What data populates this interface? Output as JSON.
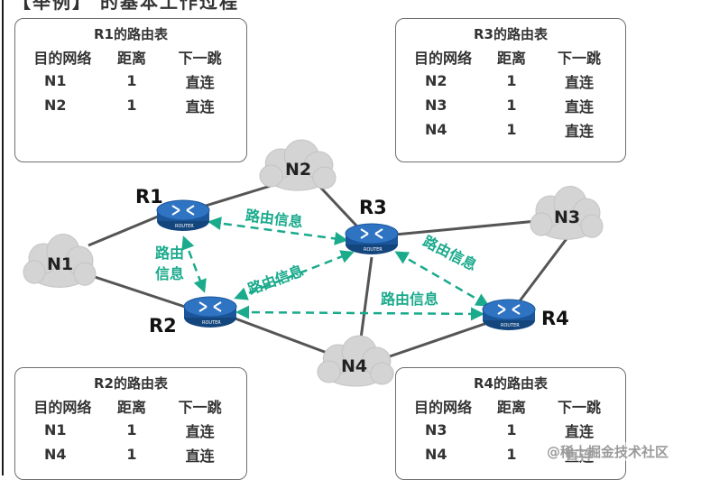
{
  "heading": "【举例】    的基本工作过程",
  "tables": {
    "r1": {
      "title": "R1的路由表",
      "headers": [
        "目的网络",
        "距离",
        "下一跳"
      ],
      "rows": [
        [
          "N1",
          "1",
          "直连"
        ],
        [
          "N2",
          "1",
          "直连"
        ]
      ]
    },
    "r3": {
      "title": "R3的路由表",
      "headers": [
        "目的网络",
        "距离",
        "下一跳"
      ],
      "rows": [
        [
          "N2",
          "1",
          "直连"
        ],
        [
          "N3",
          "1",
          "直连"
        ],
        [
          "N4",
          "1",
          "直连"
        ]
      ]
    },
    "r2": {
      "title": "R2的路由表",
      "headers": [
        "目的网络",
        "距离",
        "下一跳"
      ],
      "rows": [
        [
          "N1",
          "1",
          "直连"
        ],
        [
          "N4",
          "1",
          "直连"
        ]
      ]
    },
    "r4": {
      "title": "R4的路由表",
      "headers": [
        "目的网络",
        "距离",
        "下一跳"
      ],
      "rows": [
        [
          "N3",
          "1",
          "直连"
        ],
        [
          "N4",
          "1",
          "直连"
        ]
      ]
    }
  },
  "networks": {
    "n1": "N1",
    "n2": "N2",
    "n3": "N3",
    "n4": "N4"
  },
  "routers": {
    "r1": "R1",
    "r2": "R2",
    "r3": "R3",
    "r4": "R4",
    "device_text": "ROUTER"
  },
  "info_labels": {
    "r1_r3": "路由信息",
    "r1_r2_line1": "路由",
    "r1_r2_line2": "信息",
    "r2_r3": "路由信息",
    "r3_r4": "路由信息",
    "r2_r4": "路由信息"
  },
  "watermark": "@稀土掘金技术社区",
  "colors": {
    "info_arrow": "#1aaa8c",
    "router_body": "#1f5fa8",
    "cloud": "#d4d4d4",
    "link": "#555555"
  }
}
